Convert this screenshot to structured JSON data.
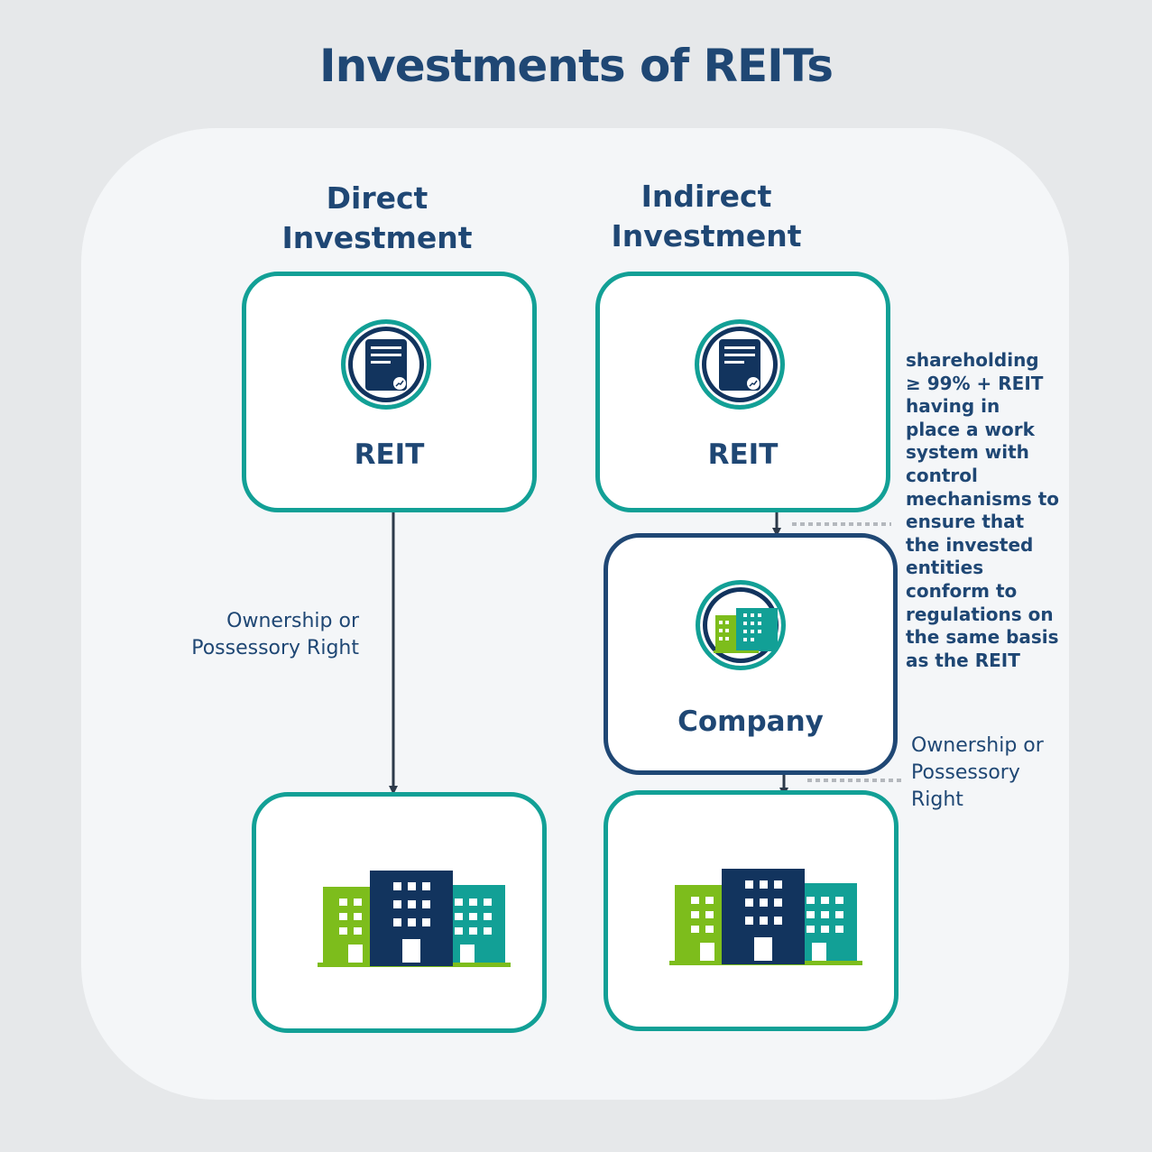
{
  "title": "Investments of REITs",
  "direct": {
    "heading_line1": "Direct",
    "heading_line2": "Investment",
    "reit_label": "REIT",
    "relation_line1": "Ownership or",
    "relation_line2": "Possessory Right"
  },
  "indirect": {
    "heading_line1": "Indirect",
    "heading_line2": "Investment",
    "reit_label": "REIT",
    "company_label": "Company",
    "condition_note": "shareholding ≥ 99% + REIT having in place a work system with control mechanisms to ensure that the invested entities conform to regulations on the same basis as the REIT",
    "relation_line1": "Ownership or",
    "relation_line2": "Possessory",
    "relation_line3": "Right"
  },
  "colors": {
    "navy": "#12345e",
    "title_blue": "#1f4774",
    "teal": "#12a096",
    "green": "#7dbd1c"
  },
  "icons": [
    "document-chart-icon",
    "buildings-icon"
  ]
}
